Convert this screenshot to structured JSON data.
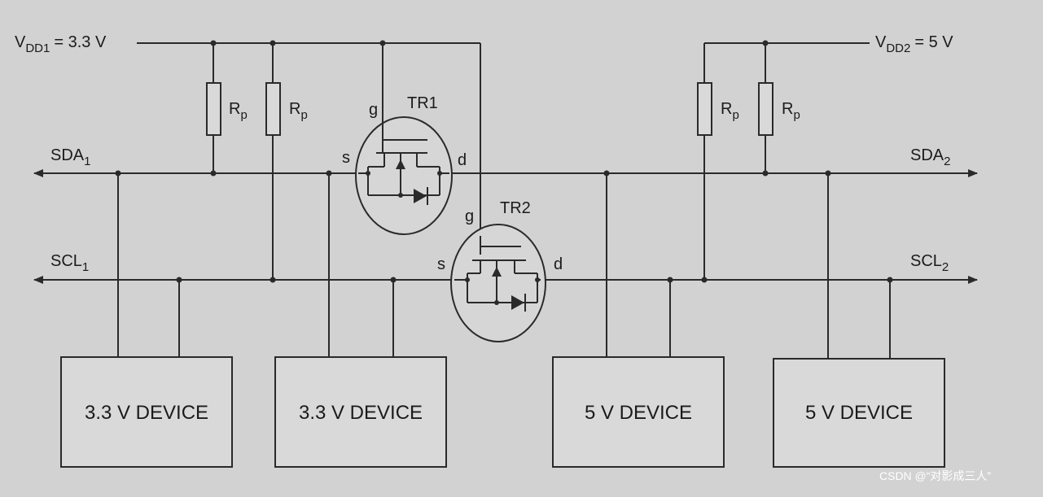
{
  "supplies": {
    "vdd1": {
      "main": "V",
      "sub": "DD1",
      "value": "= 3.3 V"
    },
    "vdd2": {
      "main": "V",
      "sub": "DD2",
      "value": "= 5 V"
    }
  },
  "buses": {
    "sda1": {
      "main": "SDA",
      "sub": "1"
    },
    "scl1": {
      "main": "SCL",
      "sub": "1"
    },
    "sda2": {
      "main": "SDA",
      "sub": "2"
    },
    "scl2": {
      "main": "SCL",
      "sub": "2"
    }
  },
  "resistor": {
    "main": "R",
    "sub": "p"
  },
  "transistors": [
    {
      "name": "TR1",
      "gate": "g",
      "source": "s",
      "drain": "d"
    },
    {
      "name": "TR2",
      "gate": "g",
      "source": "s",
      "drain": "d"
    }
  ],
  "devices": [
    "3.3 V DEVICE",
    "3.3 V DEVICE",
    "5 V DEVICE",
    "5 V DEVICE"
  ],
  "watermark": "CSDN @“对影成三人”"
}
